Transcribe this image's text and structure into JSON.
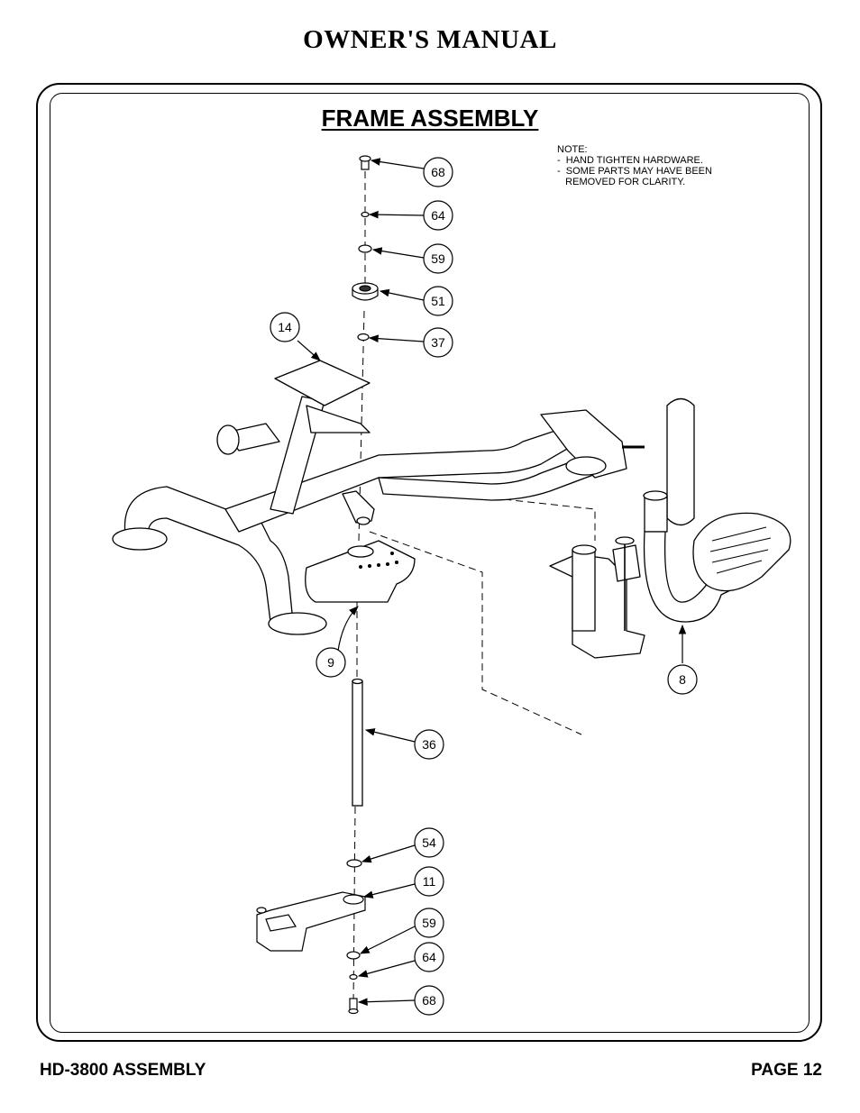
{
  "header": {
    "title": "OWNER'S MANUAL"
  },
  "section": {
    "title": "FRAME ASSEMBLY"
  },
  "note": {
    "heading": "NOTE:",
    "lines": [
      "-  HAND TIGHTEN HARDWARE.",
      "-  SOME PARTS MAY HAVE BEEN",
      "   REMOVED FOR CLARITY."
    ]
  },
  "callouts": {
    "c68_top": "68",
    "c64_top": "64",
    "c59_top": "59",
    "c51": "51",
    "c37": "37",
    "c14": "14",
    "c9": "9",
    "c8": "8",
    "c36": "36",
    "c54": "54",
    "c11": "11",
    "c59_bottom": "59",
    "c64_bottom": "64",
    "c68_bottom": "68"
  },
  "footer": {
    "left": "HD-3800 ASSEMBLY",
    "right": "PAGE 12"
  }
}
